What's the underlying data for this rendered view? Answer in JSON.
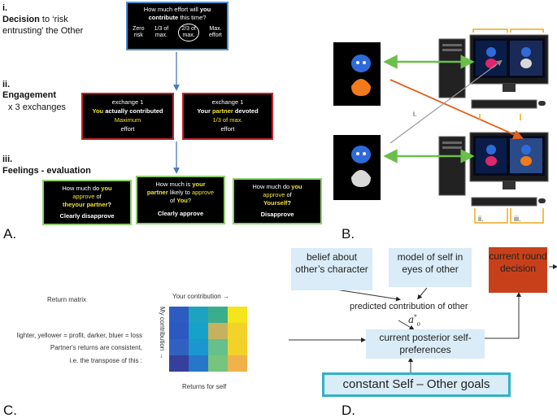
{
  "panelA": {
    "letter": "A.",
    "step1": {
      "num": "i.",
      "title_bold": "Decision",
      "title_rest": " to ‘risk",
      "title_line2": "entrusting’ the Other"
    },
    "step2": {
      "num": "ii.",
      "title": "Engagement",
      "sub": "x 3 exchanges"
    },
    "step3": {
      "num": "iii.",
      "title": "Feelings - evaluation"
    },
    "decision_screen": {
      "question_pre": "How much effort will ",
      "question_you": "you",
      "question_bold": "contribute",
      "question_post": " this time?",
      "opt1_l1": "Zero",
      "opt1_l2": "risk",
      "opt2_l1": "1/3 of",
      "opt2_l2": "max.",
      "opt3_l1": "2/3 of",
      "opt3_l2": "max.",
      "opt4_l1": "Max.",
      "opt4_l2": "effort"
    },
    "exchange_left": {
      "line1": "exchange 1",
      "you": "You",
      "rest": " actually contributed",
      "value": "Maximum",
      "unit": "effort"
    },
    "exchange_right": {
      "line1": "exchange 1",
      "pre": "Your ",
      "partner": "partner",
      "rest": " devoted",
      "value": "1/3 of max.",
      "unit": "effort"
    },
    "eval1": {
      "q1_pre": "How much do ",
      "q1_em": "you",
      "q2_em": "approve",
      "q2_post": " of",
      "q3": "theyour partner",
      "q3_post": "?",
      "answer": "Clearly disapprove"
    },
    "eval2": {
      "q1_pre": "How much is ",
      "q1_em": "your",
      "q2_em1": "partner",
      "q2_mid": " likely to ",
      "q2_em2": "approve",
      "q3_pre": "of ",
      "q3_em": "You",
      "q3_post": "?",
      "answer": "Clearly approve"
    },
    "eval3": {
      "q1_pre": "How much do ",
      "q1_em": "you",
      "q2_em": "approve",
      "q2_post": " of",
      "q3_em": "Yourself",
      "q3_post": "?",
      "answer": "Disapprove"
    }
  },
  "panelB": {
    "letter": "B.",
    "label_i": "i.",
    "label_ii": "ii.",
    "label_iii": "iii.",
    "colors": {
      "arrow_green": "#6abf4b",
      "arrow_orange": "#e0601c",
      "bracket": "#f0a81e",
      "avatar_blue": "#2f6bd8",
      "avatar_orange": "#f07a1c"
    }
  },
  "panelC": {
    "letter": "C.",
    "title": "Return matrix",
    "line1": "lighter, yellower = profit, darker, bluer = loss",
    "line2": "Partner's returns are consistent,",
    "line3": "i.e. the transpose of this :",
    "x_label": "Your contribution  →",
    "y_label": "My contribution  →",
    "bottom_label": "Returns for self",
    "matrix_colors": [
      [
        "#2c5cc2",
        "#1ea2c0",
        "#3aae8c",
        "#f4e51c"
      ],
      [
        "#2d58bf",
        "#14a2c8",
        "#c5b25e",
        "#f4d22c"
      ],
      [
        "#3161c0",
        "#1c96cf",
        "#66c08b",
        "#f2d12a"
      ],
      [
        "#36409c",
        "#2876c8",
        "#76c47e",
        "#f0b24a"
      ]
    ]
  },
  "panelD": {
    "letter": "D.",
    "belief": "belief about other’s character",
    "model": "model of self in eyes of other",
    "decision": "current round decision",
    "predicted": "predicted contribution of other",
    "a_symbol": "a",
    "a_sup": "*",
    "a_sub": "o",
    "posterior": "current posterior self-preferences",
    "goals": "constant Self – Other goals",
    "colors": {
      "node_fill": "#d9ecf7",
      "decision_fill": "#c8401a",
      "goals_border": "#2fb3c6"
    }
  }
}
